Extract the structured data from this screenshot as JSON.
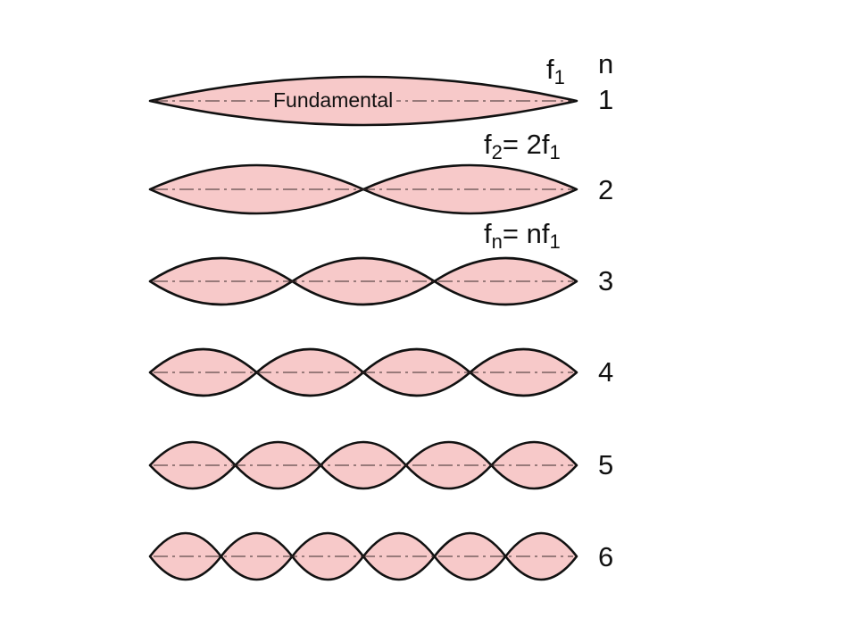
{
  "colors": {
    "fill": "#f7c9c9",
    "stroke": "#111111",
    "axis": "#3a2a2a"
  },
  "header": {
    "n_label": "n"
  },
  "fundamental_label": "Fundamental",
  "formulas": {
    "f1": {
      "main": "f",
      "sub": "1",
      "tail": ""
    },
    "f2": {
      "main": "f",
      "sub": "2",
      "tail": "= 2f",
      "sub2": "1"
    },
    "fn": {
      "main": "f",
      "sub": "n",
      "tail": "= nf",
      "sub2": "1"
    }
  },
  "modes": [
    {
      "n": "1",
      "loops": 1
    },
    {
      "n": "2",
      "loops": 2
    },
    {
      "n": "3",
      "loops": 3
    },
    {
      "n": "4",
      "loops": 4
    },
    {
      "n": "5",
      "loops": 5
    },
    {
      "n": "6",
      "loops": 6
    }
  ]
}
